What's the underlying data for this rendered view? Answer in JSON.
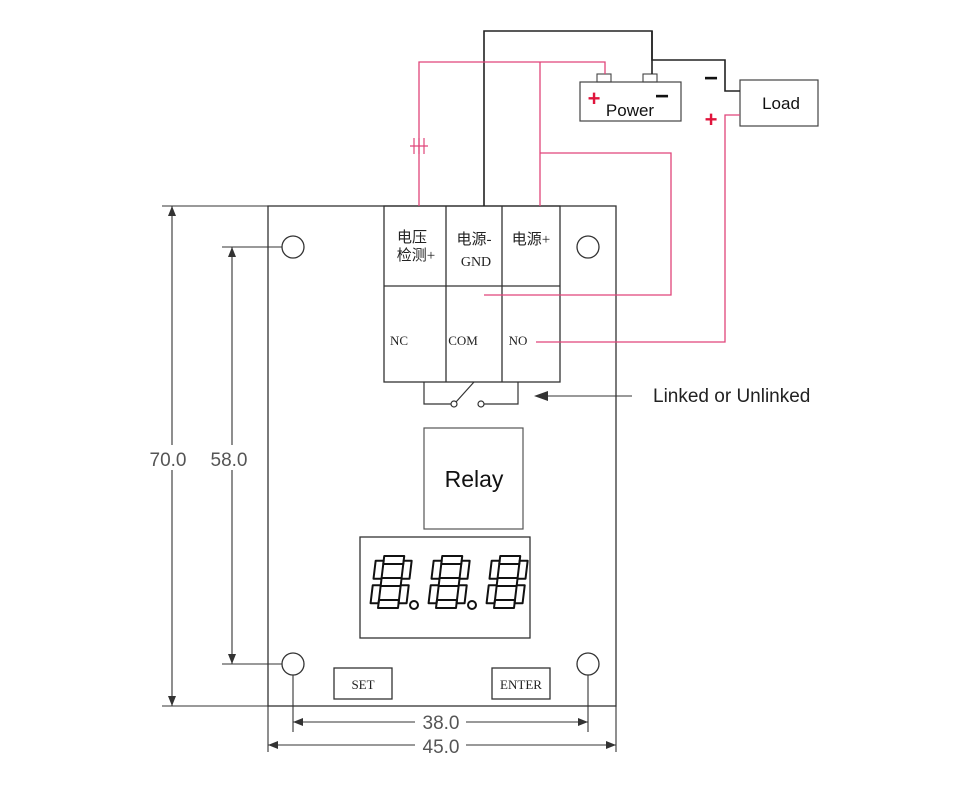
{
  "labels": {
    "power": "Power",
    "load": "Load",
    "power_plus": "+",
    "power_minus": "−",
    "load_plus": "+",
    "load_minus": "−",
    "linked": "Linked or Unlinked",
    "relay": "Relay",
    "display": "8.8.8",
    "set": "SET",
    "enter": "ENTER"
  },
  "terminals": {
    "voltage_detect": [
      "电压",
      "检测+"
    ],
    "gnd": [
      "电源-",
      "GND"
    ],
    "power_plus": "电源+",
    "nc": "NC",
    "com": "COM",
    "no": "NO"
  },
  "dimensions": {
    "height_outer": "70.0",
    "height_inner": "58.0",
    "width_inner": "38.0",
    "width_outer": "45.0"
  },
  "colors": {
    "wire_positive": "#e0457a",
    "wire_ground": "#222222",
    "outline": "#333333"
  }
}
